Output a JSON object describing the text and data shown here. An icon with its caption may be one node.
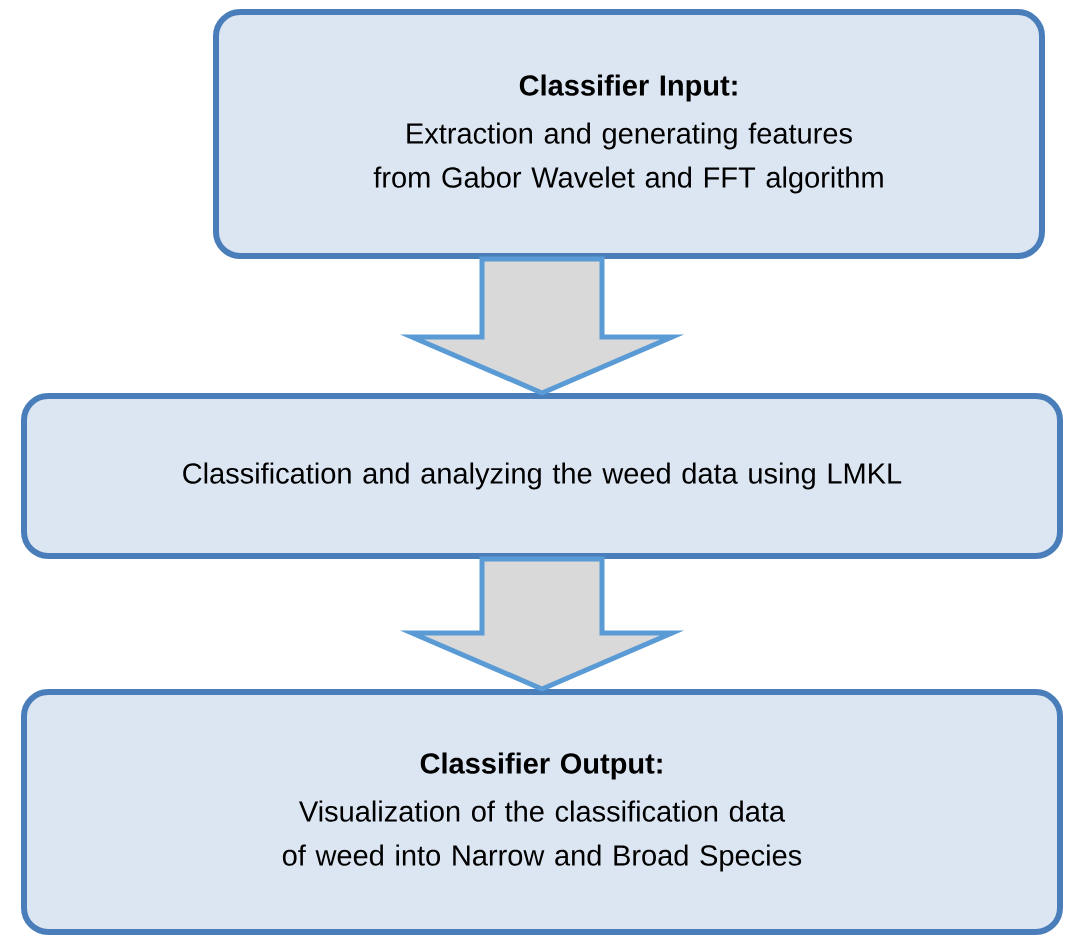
{
  "diagram": {
    "nodes": [
      {
        "text": [
          "**Classifier Input:**",
          "Extraction and generating features from Gabor Wavelet and FFT algorithm"
        ]
      },
      {
        "text": [
          "Classification and analyzing the weed data using LMKL"
        ]
      },
      {
        "text": [
          "**Classifier Output:**",
          "Visualization of the classification data of weed into Narrow and Broad Species"
        ]
      }
    ],
    "edges": [
      {
        "from": 0,
        "to": 1,
        "arrow": "to"
      },
      {
        "from": 1,
        "to": 2,
        "arrow": "to"
      }
    ]
  }
}
